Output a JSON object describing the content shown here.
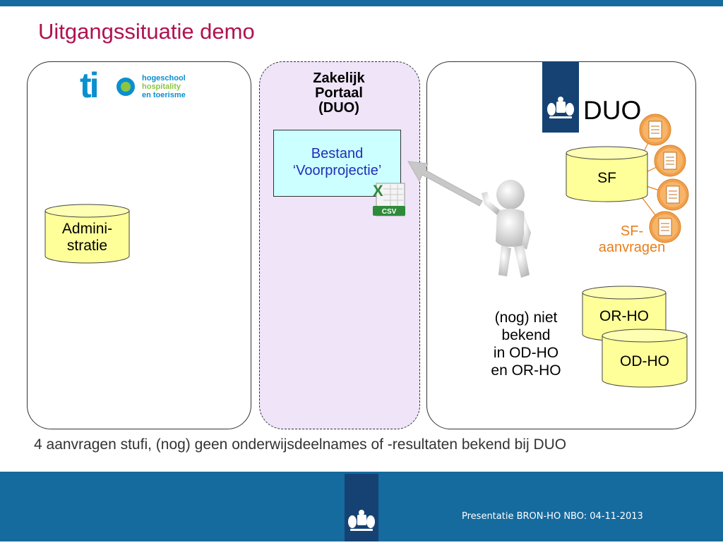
{
  "title": "Uitgangssituatie demo",
  "tio_logo": {
    "word": "tio",
    "lines": [
      "hogeschool",
      "hospitality",
      "en toerisme"
    ],
    "colors": [
      "#0a8fd0",
      "#8cc63f",
      "#0a8fd0"
    ]
  },
  "administratie": {
    "label_line1": "Admini-",
    "label_line2": "stratie"
  },
  "portaal": {
    "line1": "Zakelijk",
    "line2": "Portaal",
    "line3": "(DUO)"
  },
  "bestand": {
    "line1": "Bestand",
    "line2": "‘Voorprojectie’"
  },
  "csv_icon": {
    "letter": "X",
    "label": "CSV"
  },
  "duo": {
    "label": "DUO"
  },
  "databases": {
    "sf": "SF",
    "or_ho": "OR-HO",
    "od_ho": "OD-HO"
  },
  "sf_aanvragen": {
    "line1": "SF-",
    "line2": "aanvragen"
  },
  "nog_niet": {
    "line1": "(nog) niet",
    "line2": "bekend",
    "line3": "in OD-HO",
    "line4": "en OR-HO"
  },
  "caption": "4 aanvragen stufi, (nog) geen onderwijsdeelnames of -resultaten bekend bij DUO",
  "footer": {
    "text": "Presentatie BRON-HO NBO: 04-11-2013"
  },
  "colors": {
    "accent_blue": "#156a9e",
    "title_red": "#b0124f",
    "orange": "#e87e1c",
    "cylinder": "#ffff99",
    "portal_bg": "#efe4f8"
  },
  "icons": [
    "coat-of-arms-icon",
    "csv-file-icon",
    "document-icon",
    "person-figure-icon"
  ]
}
